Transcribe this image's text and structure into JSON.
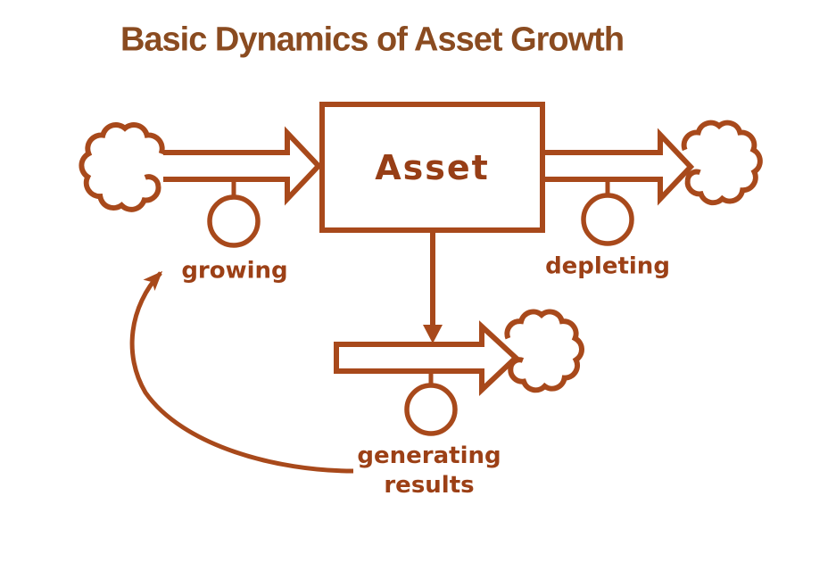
{
  "title": "Basic Dynamics of Asset Growth",
  "diagram": {
    "stock_label": "Asset",
    "flows": {
      "inflow_label": "growing",
      "outflow_label": "depleting",
      "results_label": "generating results"
    }
  },
  "colors": {
    "line": "#A8491B",
    "title_text": "#8A4B20",
    "stock_text": "#973E16",
    "label_text": "#9C4016",
    "background": "#FFFFFF"
  }
}
